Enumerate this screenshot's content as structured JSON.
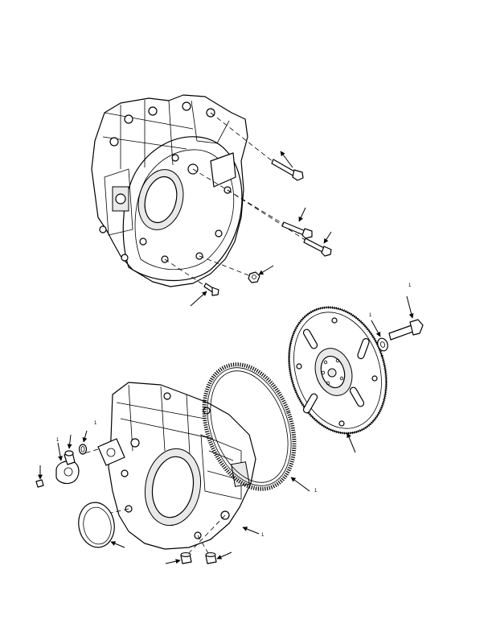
{
  "figure": {
    "callouts": [
      "1",
      "1",
      "1",
      "1",
      "1",
      "1"
    ]
  }
}
